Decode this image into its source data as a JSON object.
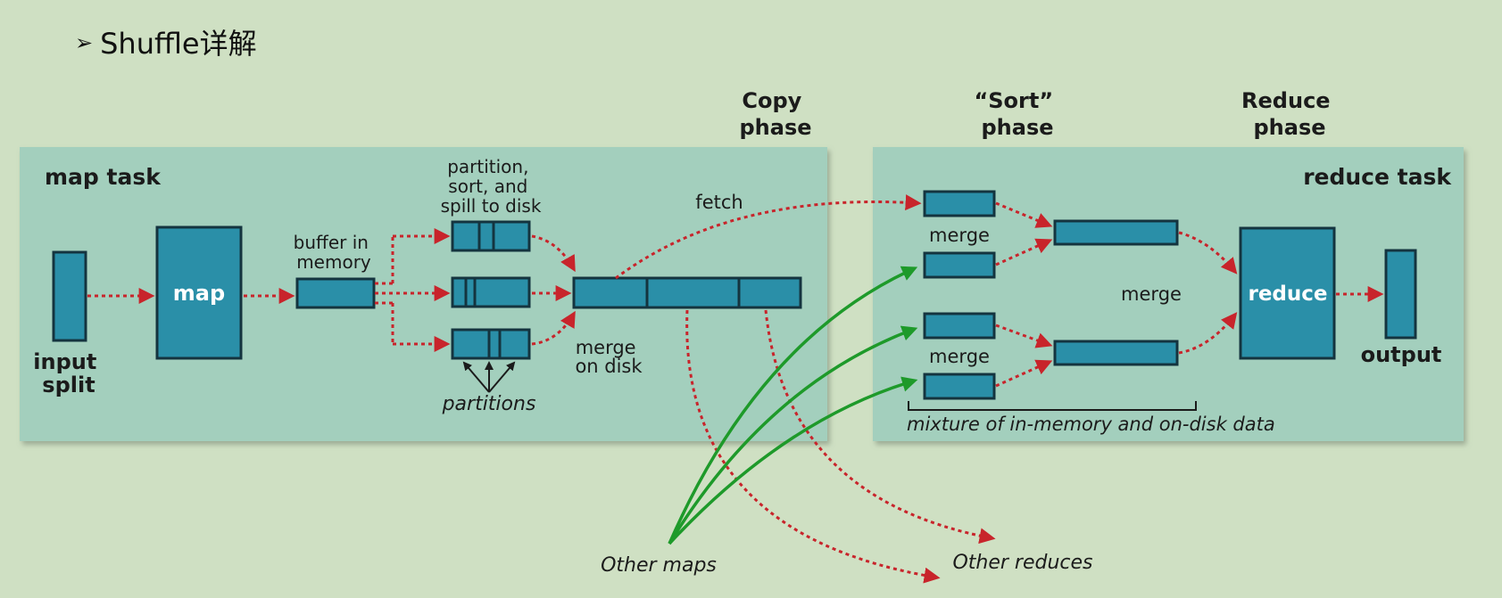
{
  "heading": {
    "bullet": "➢",
    "text": "Shuffle详解"
  },
  "phases": {
    "copy": [
      "Copy",
      "phase"
    ],
    "sort": [
      "“Sort”",
      "phase"
    ],
    "reduce": [
      "Reduce",
      "phase"
    ]
  },
  "map_task": {
    "title": "map task",
    "input_split": [
      "input",
      "split"
    ],
    "map": "map",
    "buffer": [
      "buffer in",
      "memory"
    ],
    "spill": [
      "partition,",
      "sort, and",
      "spill to disk"
    ],
    "partitions": "partitions",
    "merge_on_disk": [
      "merge",
      "on disk"
    ],
    "fetch": "fetch"
  },
  "reduce_task": {
    "title": "reduce task",
    "merge_top": "merge",
    "merge_mid": "merge",
    "merge_bottom": "merge",
    "reduce": "reduce",
    "output": "output",
    "mixture": "mixture of in-memory and on-disk data"
  },
  "other_maps": "Other maps",
  "other_reduces": "Other reduces",
  "colors": {
    "background": "#cfe0c3",
    "panel": "#a3cfbd",
    "box": "#2a8fa8",
    "box_border": "#14343f",
    "red_arrow": "#c8242b",
    "green_arrow": "#1e9a2a",
    "text_dark": "#1b1b1b"
  }
}
